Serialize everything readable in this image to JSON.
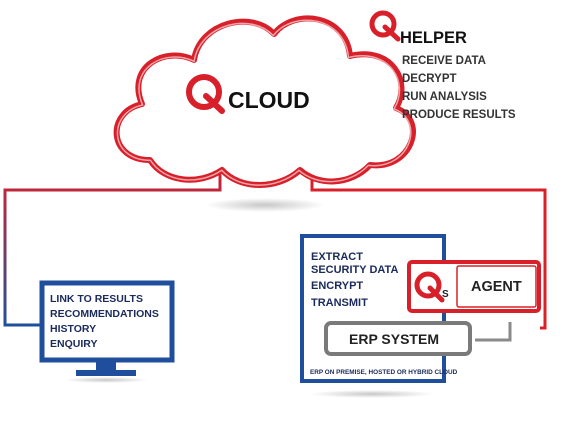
{
  "cloud": {
    "logo_letter": "Q",
    "title": "CLOUD"
  },
  "helper": {
    "logo_letter": "Q",
    "title": "HELPER",
    "items": [
      "RECEIVE DATA",
      "DECRYPT",
      "RUN ANALYSIS",
      "PRODUCE RESULTS"
    ]
  },
  "monitor": {
    "items": [
      "LINK TO RESULTS",
      "RECOMMENDATIONS",
      "HISTORY",
      "ENQUIRY"
    ]
  },
  "server": {
    "items": [
      "EXTRACT",
      "SECURITY DATA",
      "ENCRYPT",
      "TRANSMIT"
    ],
    "footnote": "ERP ON PREMISE, HOSTED OR HYBRID CLOUD"
  },
  "agent": {
    "logo_letter": "Q",
    "logo_sub": "S",
    "label": "AGENT"
  },
  "erp": {
    "label": "ERP SYSTEM"
  },
  "colors": {
    "red": "#d8202a",
    "blue": "#1f4f9c",
    "grey": "#6e6e6e"
  }
}
